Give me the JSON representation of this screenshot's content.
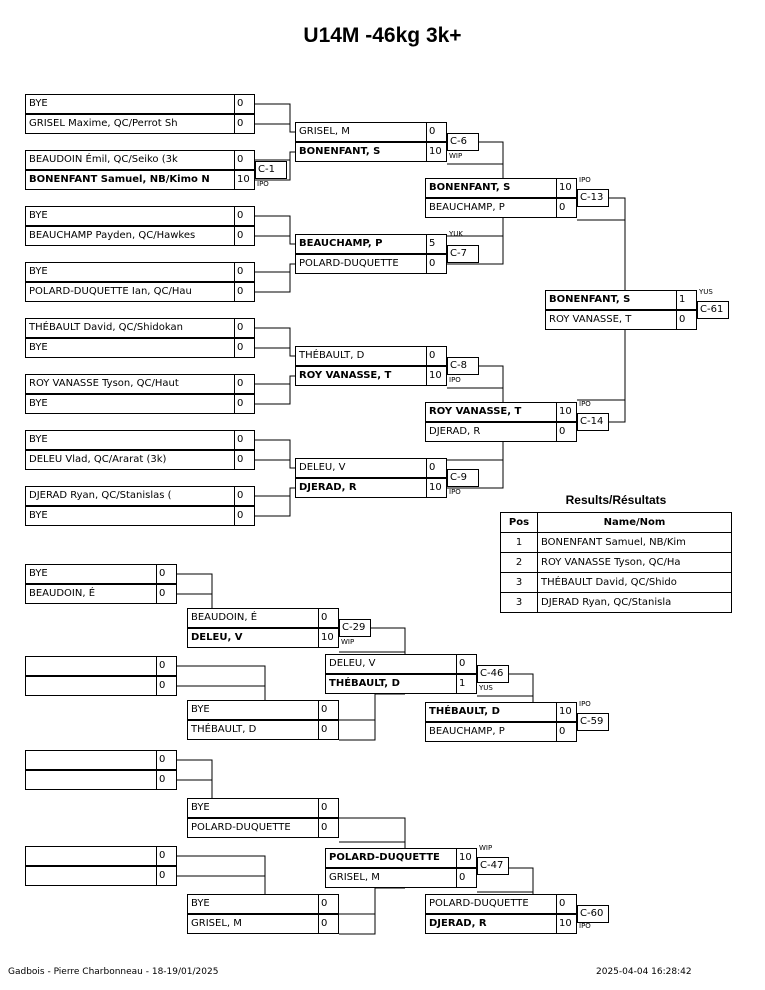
{
  "title": "U14M -46kg 3k+",
  "footer": {
    "left": "Gadbois - Pierre Charbonneau - 18-19/01/2025",
    "right": "2025-04-04 16:28:42"
  },
  "results": {
    "title": "Results/Résultats",
    "col_pos": "Pos",
    "col_name": "Name/Nom",
    "rows": [
      {
        "pos": "1",
        "name": "BONENFANT Samuel, NB/Kim"
      },
      {
        "pos": "2",
        "name": "ROY VANASSE Tyson, QC/Ha"
      },
      {
        "pos": "3",
        "name": "THÉBAULT David, QC/Shido"
      },
      {
        "pos": "3",
        "name": "DJERAD Ryan, QC/Stanisla"
      }
    ]
  },
  "slots": [
    {
      "name": "BYE",
      "score": "0"
    },
    {
      "name": "GRISEL Maxime, QC/Perrot Sh",
      "score": "0"
    },
    {
      "name": "BEAUDOIN Émil, QC/Seiko (3k",
      "score": "0"
    },
    {
      "name": "BONENFANT Samuel, NB/Kimo N",
      "score": "10",
      "winner": true
    },
    {
      "name": "BYE",
      "score": "0"
    },
    {
      "name": "BEAUCHAMP Payden, QC/Hawkes",
      "score": "0"
    },
    {
      "name": "BYE",
      "score": "0"
    },
    {
      "name": "POLARD-DUQUETTE Ian, QC/Hau",
      "score": "0"
    },
    {
      "name": "THÉBAULT David, QC/Shidokan",
      "score": "0"
    },
    {
      "name": "BYE",
      "score": "0"
    },
    {
      "name": "ROY VANASSE Tyson, QC/Haut",
      "score": "0"
    },
    {
      "name": "BYE",
      "score": "0"
    },
    {
      "name": "BYE",
      "score": "0"
    },
    {
      "name": "DELEU Vlad, QC/Ararat (3k)",
      "score": "0"
    },
    {
      "name": "DJERAD Ryan, QC/Stanislas (",
      "score": "0"
    },
    {
      "name": "BYE",
      "score": "0"
    },
    {
      "name": "GRISEL, M",
      "score": "0"
    },
    {
      "name": "BONENFANT, S",
      "score": "10",
      "winner": true
    },
    {
      "name": "BEAUCHAMP, P",
      "score": "5",
      "winner": true
    },
    {
      "name": "POLARD-DUQUETTE",
      "score": "0"
    },
    {
      "name": "THÉBAULT, D",
      "score": "0"
    },
    {
      "name": "ROY VANASSE, T",
      "score": "10",
      "winner": true
    },
    {
      "name": "DELEU, V",
      "score": "0"
    },
    {
      "name": "DJERAD, R",
      "score": "10",
      "winner": true
    },
    {
      "name": "BONENFANT, S",
      "score": "10",
      "winner": true
    },
    {
      "name": "BEAUCHAMP, P",
      "score": "0"
    },
    {
      "name": "ROY VANASSE, T",
      "score": "10",
      "winner": true
    },
    {
      "name": "DJERAD, R",
      "score": "0"
    },
    {
      "name": "BONENFANT, S",
      "score": "1",
      "winner": true
    },
    {
      "name": "ROY VANASSE, T",
      "score": "0"
    },
    {
      "name": "BYE",
      "score": "0"
    },
    {
      "name": "BEAUDOIN, É",
      "score": "0"
    },
    {
      "name": "",
      "score": "0"
    },
    {
      "name": "",
      "score": "0"
    },
    {
      "name": "",
      "score": "0"
    },
    {
      "name": "",
      "score": "0"
    },
    {
      "name": "",
      "score": "0"
    },
    {
      "name": "",
      "score": "0"
    },
    {
      "name": "BEAUDOIN, É",
      "score": "0"
    },
    {
      "name": "DELEU, V",
      "score": "10",
      "winner": true
    },
    {
      "name": "BYE",
      "score": "0"
    },
    {
      "name": "THÉBAULT, D",
      "score": "0"
    },
    {
      "name": "BYE",
      "score": "0"
    },
    {
      "name": "POLARD-DUQUETTE",
      "score": "0"
    },
    {
      "name": "BYE",
      "score": "0"
    },
    {
      "name": "GRISEL, M",
      "score": "0"
    },
    {
      "name": "DELEU, V",
      "score": "0"
    },
    {
      "name": "THÉBAULT, D",
      "score": "1",
      "winner": true
    },
    {
      "name": "POLARD-DUQUETTE",
      "score": "10",
      "winner": true
    },
    {
      "name": "GRISEL, M",
      "score": "0"
    },
    {
      "name": "THÉBAULT, D",
      "score": "10",
      "winner": true
    },
    {
      "name": "BEAUCHAMP, P",
      "score": "0"
    },
    {
      "name": "POLARD-DUQUETTE",
      "score": "0"
    },
    {
      "name": "DJERAD, R",
      "score": "10",
      "winner": true
    }
  ],
  "matches": [
    {
      "label": "C-1",
      "tag": "IPO"
    },
    {
      "label": "C-6",
      "tag": "WIP"
    },
    {
      "label": "C-7",
      "tag": "YUK"
    },
    {
      "label": "C-8",
      "tag": "IPO"
    },
    {
      "label": "C-9",
      "tag": "IPO"
    },
    {
      "label": "C-13",
      "tag": "IPO"
    },
    {
      "label": "C-14",
      "tag": "IPO"
    },
    {
      "label": "C-61",
      "tag": "YUS"
    },
    {
      "label": "C-29",
      "tag": "WIP"
    },
    {
      "label": "C-46",
      "tag": "YUS"
    },
    {
      "label": "C-47",
      "tag": "WIP"
    },
    {
      "label": "C-59",
      "tag": "IPO"
    },
    {
      "label": "C-60",
      "tag": "IPO"
    }
  ]
}
